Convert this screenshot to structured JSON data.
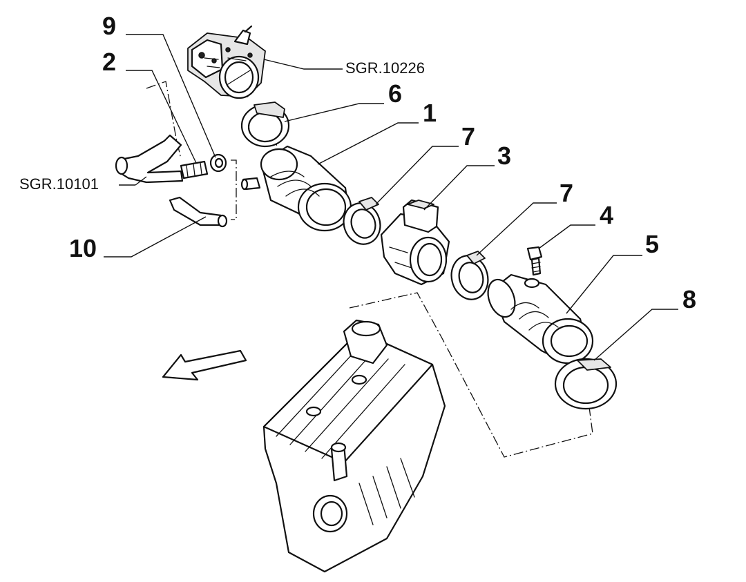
{
  "callouts": {
    "n9": "9",
    "n2": "2",
    "n6": "6",
    "n1": "1",
    "n7a": "7",
    "n3": "3",
    "n7b": "7",
    "n4": "4",
    "n5": "5",
    "n8": "8",
    "n10": "10"
  },
  "references": {
    "throttle": "SGR.10226",
    "hose": "SGR.10101"
  }
}
